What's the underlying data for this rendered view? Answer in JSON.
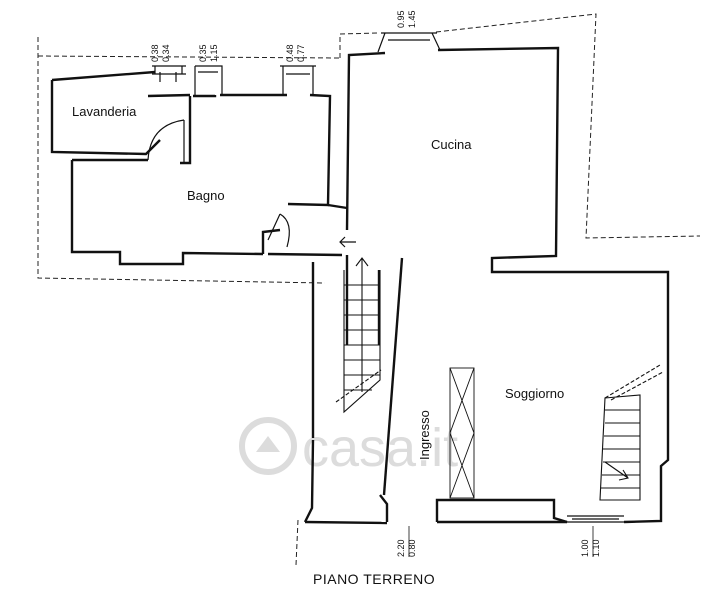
{
  "plan": {
    "title": "PIANO TERRENO",
    "watermark": "casa.it",
    "rooms": {
      "lavanderia": "Lavanderia",
      "bagno": "Bagno",
      "cucina": "Cucina",
      "soggiorno": "Soggiorno",
      "ingresso": "Ingresso"
    },
    "dimensions": {
      "win_lav_top": "0.38",
      "win_lav_bottom": "0.34",
      "win_bagno1_top": "0.35",
      "win_bagno1_bottom": "1.15",
      "win_bagno2_top": "0.48",
      "win_bagno2_bottom": "0.77",
      "win_cucina_top": "0.95",
      "win_cucina_bottom": "1.45",
      "door_ingresso_top": "0.80",
      "door_ingresso_bottom": "2.20",
      "win_soggiorno_top": "1.10",
      "win_soggiorno_bottom": "1.00"
    }
  }
}
